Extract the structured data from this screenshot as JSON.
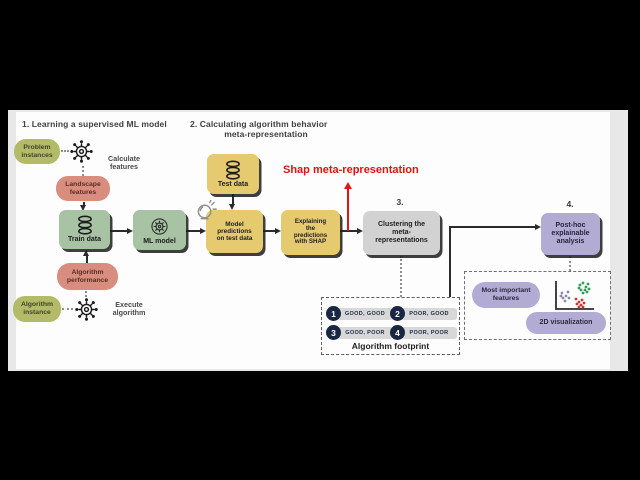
{
  "headings": {
    "step1": "1. Learning a supervised ML model",
    "step2_line1": "2. Calculating algorithm behavior",
    "step2_line2": "meta-representation",
    "step3": "3.",
    "step4": "4."
  },
  "nodes": {
    "problem_instances": "Problem\ninstances",
    "landscape_features": "Landscape\nfeatures",
    "train_data": "Train data",
    "ml_model": "ML model",
    "algorithm_performance": "Algorithm\nperformance",
    "algorithm_instance": "Algorithm\ninstance",
    "test_data": "Test data",
    "model_predictions": "Model\npredictions\non test data",
    "explaining_shap": "Explaining\nthe\npredictions\nwith SHAP",
    "clustering": "Clustering the\nmeta-\nrepresentations",
    "post_hoc": "Post-hoc\nexplainable\nanalysis"
  },
  "annotations": {
    "calculate_features": "Calculate\nfeatures",
    "execute_algorithm": "Execute\nalgorithm",
    "shap_meta": "Shap meta-representation"
  },
  "footprint": {
    "title": "Algorithm footprint",
    "items": [
      {
        "num": "1",
        "label": "GOOD, GOOD"
      },
      {
        "num": "2",
        "label": "POOR, GOOD"
      },
      {
        "num": "3",
        "label": "GOOD, POOR"
      },
      {
        "num": "4",
        "label": "POOR, POOR"
      }
    ]
  },
  "viz": {
    "most_important": "Most important\nfeatures",
    "two_d": "2D visualization"
  },
  "colors": {
    "olive_pill": "#b4bb68",
    "salmon_pill": "#d88d7f",
    "green_box": "#a7c3a4",
    "yellow_box": "#e5ca70",
    "gray_box": "#d2d2d2",
    "purple_box": "#b2acd4",
    "footprint_navy": "#1a2742",
    "annotation_red": "#e01212",
    "scatter_green": "#2f9e57",
    "scatter_red": "#c23a33",
    "scatter_gray": "#8f8ba6"
  }
}
